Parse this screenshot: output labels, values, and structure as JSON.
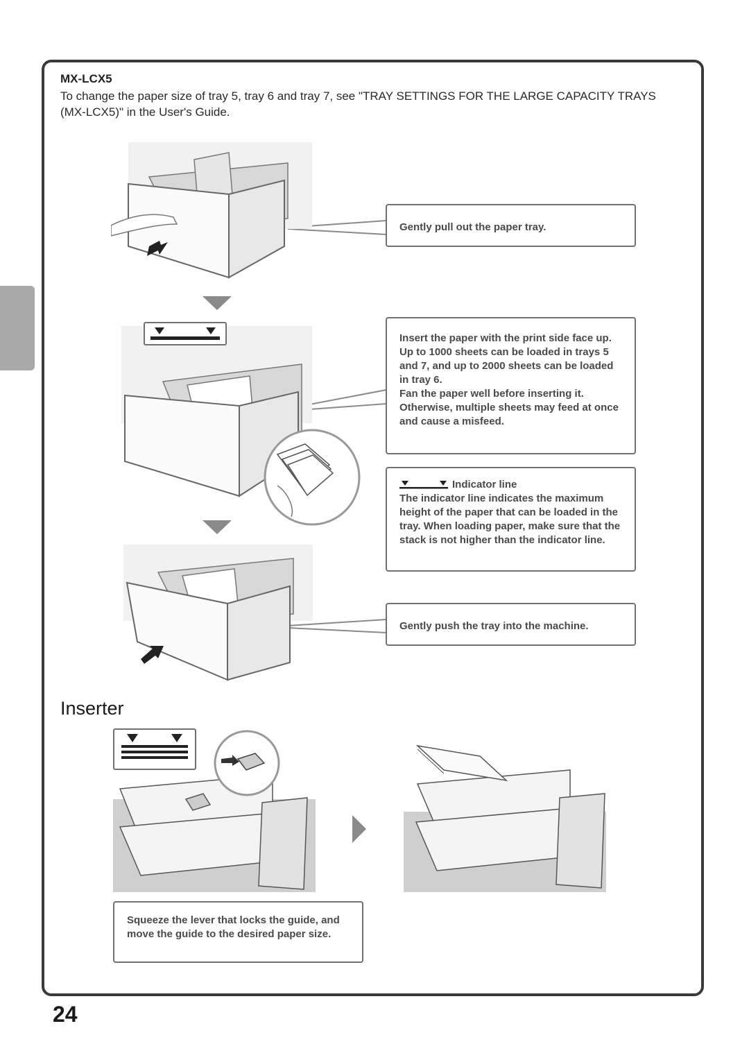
{
  "model_heading": "MX-LCX5",
  "intro_text": "To change the paper size of tray 5, tray 6 and tray 7, see \"TRAY SETTINGS FOR THE LARGE CAPACITY TRAYS (MX-LCX5)\" in the User's Guide.",
  "callouts": {
    "pull_out": "Gently pull out the paper tray.",
    "insert": [
      "Insert the paper with the print side face up.",
      "Up to 1000 sheets can be loaded in trays 5 and 7, and up to 2000 sheets can be loaded in tray 6.",
      "Fan the paper well before inserting it. Otherwise, multiple sheets may feed at once and cause a misfeed."
    ],
    "indicator_label": "Indicator line",
    "indicator_text": "The indicator line indicates the maximum height of the paper that can be loaded in the tray. When loading paper, make sure that the stack is not higher than the indicator line.",
    "push_in": "Gently push the tray into the machine."
  },
  "section_title": "Inserter",
  "inserter_callout": "Squeeze the lever that locks the guide, and move the guide to the desired paper size.",
  "page_number": "24"
}
